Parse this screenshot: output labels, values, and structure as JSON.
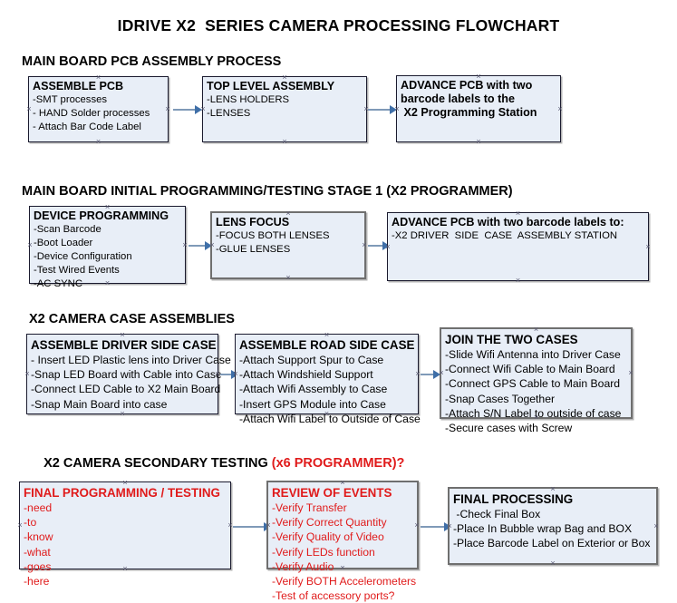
{
  "document": {
    "title": "IDRIVE X2  SERIES CAMERA PROCESSING FLOWCHART",
    "accent_red": "#e01b1b",
    "box_fill": "#e8eef7",
    "arrow_color": "#7f9ab8"
  },
  "sections": [
    {
      "heading": "MAIN BOARD PCB ASSEMBLY PROCESS",
      "heading_accent": "",
      "nodes": [
        {
          "title": "ASSEMBLE PCB",
          "lines": [
            "-SMT processes",
            "- HAND Solder processes",
            "- Attach Bar Code Label"
          ]
        },
        {
          "title": "TOP LEVEL ASSEMBLY",
          "lines": [
            "-LENS HOLDERS",
            "-LENSES"
          ]
        },
        {
          "title": "ADVANCE PCB with two",
          "lines": [
            "barcode labels to the",
            " X2 Programming Station"
          ]
        }
      ]
    },
    {
      "heading": "MAIN BOARD INITIAL PROGRAMMING/TESTING STAGE 1 (X2 PROGRAMMER)",
      "heading_accent": "",
      "nodes": [
        {
          "title": "DEVICE PROGRAMMING",
          "lines": [
            "-Scan Barcode",
            "-Boot Loader",
            "-Device Configuration",
            "-Test Wired Events",
            "-AC SYNC"
          ]
        },
        {
          "title": "LENS FOCUS",
          "lines": [
            "-FOCUS BOTH LENSES",
            "-GLUE LENSES"
          ]
        },
        {
          "title": "ADVANCE PCB with two barcode labels to:",
          "lines": [
            "-X2 DRIVER  SIDE  CASE  ASSEMBLY STATION"
          ]
        }
      ]
    },
    {
      "heading": "X2 CAMERA CASE ASSEMBLIES",
      "heading_accent": "",
      "nodes": [
        {
          "title": "ASSEMBLE DRIVER SIDE CASE",
          "lines": [
            "- Insert LED Plastic lens into Driver Case",
            "-Snap LED Board with Cable into Case",
            "-Connect LED Cable to X2 Main Board",
            "-Snap Main Board into case"
          ]
        },
        {
          "title": "ASSEMBLE ROAD SIDE CASE",
          "lines": [
            "-Attach Support Spur to Case",
            "-Attach Windshield Support",
            "-Attach Wifi Assembly to Case",
            "-Insert GPS Module into Case",
            "-Attach Wifi Label to Outside of Case"
          ]
        },
        {
          "title": "JOIN THE TWO CASES",
          "lines": [
            "-Slide Wifi Antenna into Driver Case",
            "-Connect Wifi Cable to Main Board",
            "-Connect GPS Cable to Main Board",
            "-Snap Cases Together",
            "-Attach S/N Label to outside of case",
            "-Secure cases with Screw"
          ]
        }
      ]
    },
    {
      "heading": "X2 CAMERA SECONDARY TESTING ",
      "heading_accent": "(x6 PROGRAMMER)?",
      "nodes": [
        {
          "title": "FINAL PROGRAMMING / TESTING",
          "lines": [
            "-need",
            "-to",
            "-know",
            "-what",
            "-goes",
            "-here"
          ]
        },
        {
          "title": "REVIEW OF EVENTS",
          "lines": [
            "-Verify Transfer",
            "-Verify Correct Quantity",
            "-Verify Quality of Video",
            "-Verify LEDs function",
            "-Verify Audio",
            "-Verify BOTH Accelerometers",
            "-Test of accessory ports?"
          ]
        },
        {
          "title": "FINAL PROCESSING",
          "lines": [
            " -Check Final Box",
            "-Place In Bubble wrap Bag and BOX",
            "-Place Barcode Label on Exterior or Box"
          ]
        }
      ]
    }
  ]
}
